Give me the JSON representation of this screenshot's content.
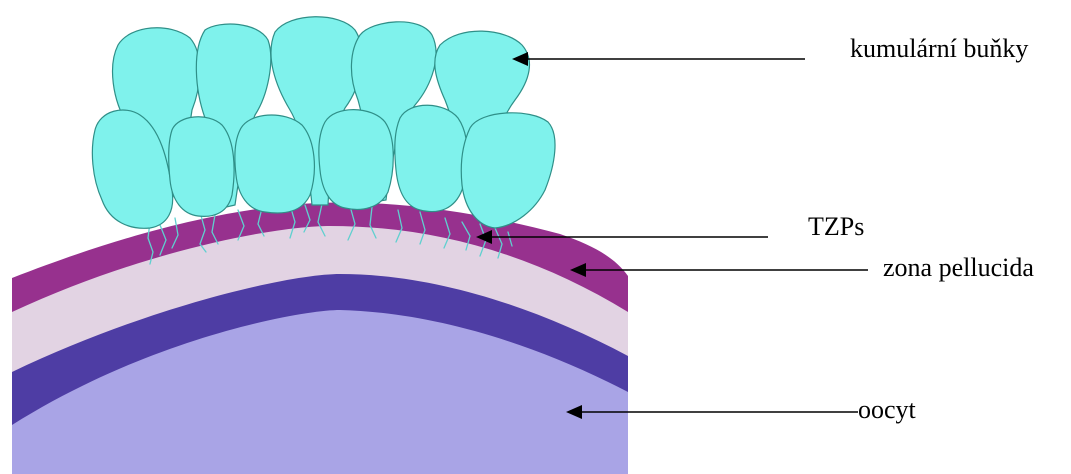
{
  "labels": {
    "cumulus_cells": "kumulární buňky",
    "tzps": "TZPs",
    "zona_pellucida": "zona pellucida",
    "oocyte": "oocyt"
  },
  "colors": {
    "cumulus_cell": "#7ff2ec",
    "zona_pellucida": "#97318e",
    "perivitelline": "#e2d3e3",
    "oolemma_band": "#4e3da4",
    "oocyte": "#a9a4e6",
    "tzp": "#5fd0cf"
  }
}
